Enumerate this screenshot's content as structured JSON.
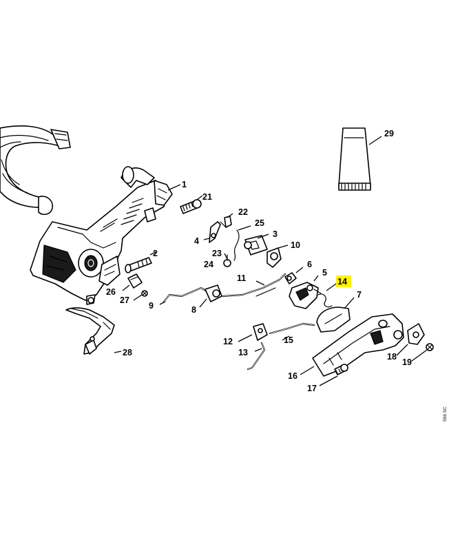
{
  "diagram": {
    "highlight_color": "#fff200",
    "drawing_code": "556 SC",
    "callouts": {
      "c1": "1",
      "c2": "2",
      "c3": "3",
      "c4": "4",
      "c5": "5",
      "c6": "6",
      "c7": "7",
      "c8": "8",
      "c9": "9",
      "c10": "10",
      "c11": "11",
      "c12": "12",
      "c13": "13",
      "c14": "14",
      "c15": "15",
      "c16": "16",
      "c17": "17",
      "c18": "18",
      "c19": "19",
      "c21": "21",
      "c22": "22",
      "c23": "23",
      "c24": "24",
      "c25": "25",
      "c26": "26",
      "c27": "27",
      "c28": "28",
      "c29": "29"
    },
    "highlighted_callout": "14"
  }
}
